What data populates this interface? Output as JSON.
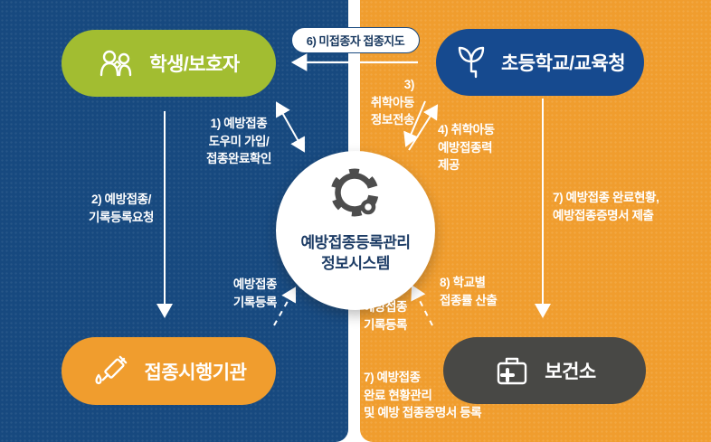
{
  "diagram": {
    "type": "flow-diagram",
    "system_name": "예방접종등록관리 정보시스템",
    "colors": {
      "panel_left": "#17497f",
      "panel_right": "#f09d2e",
      "node_student": "#a2bd31",
      "node_school": "#164a8f",
      "node_clinic": "#f09d2e",
      "node_health_center": "#484845",
      "arrow": "#ffffff",
      "badge_border": "#1b4b80",
      "badge_text": "#17375e",
      "system_text": "#1e3d66",
      "gear": "#4d4d4d"
    }
  },
  "nodes": {
    "student": {
      "label": "학생/보호자",
      "icon": "people-icon",
      "panel": "left"
    },
    "school": {
      "label": "초등학교/교육청",
      "icon": "sprout-icon",
      "panel": "right"
    },
    "clinic": {
      "label": "접종시행기관",
      "icon": "syringe-icon",
      "panel": "left"
    },
    "health_center": {
      "label": "보건소",
      "icon": "first-aid-icon",
      "panel": "right"
    },
    "system": {
      "label": "예방접종등록관리\n정보시스템",
      "icon": "gear-icon"
    }
  },
  "flows": {
    "step1": {
      "text": "1) 예방접종\n도우미 가입/\n접종완료확인",
      "from": "student",
      "to": "system",
      "style": "double-arrow"
    },
    "step2": {
      "text": "2) 예방접종/\n기록등록요청",
      "from": "student",
      "to": "clinic",
      "style": "solid"
    },
    "step3": {
      "text": "3)\n취학아동\n정보전송",
      "from": "school",
      "to": "system",
      "style": "solid"
    },
    "step4": {
      "text": "4) 취학아동\n예방접종력\n제공",
      "from": "system",
      "to": "school",
      "style": "solid"
    },
    "step6": {
      "text": "6) 미접종자 접종지도",
      "from": "school",
      "to": "student",
      "style": "solid-badge"
    },
    "step7_school": {
      "text": "7) 예방접종 완료현황,\n예방접종증명서 제출",
      "from": "school",
      "to": "health_center",
      "style": "solid"
    },
    "step7_health": {
      "text": "7) 예방접종\n완료 현황관리\n및 예방 접종증명서 등록",
      "from": "health_center",
      "to": "system",
      "style": "caption"
    },
    "step8": {
      "text": "8) 학교별\n접종률 산출",
      "from": "health_center",
      "to": "system",
      "style": "dashed"
    },
    "record_left": {
      "text": "예방접종\n기록등록",
      "from": "clinic",
      "to": "system",
      "style": "dashed"
    },
    "record_right": {
      "text": "예방접종\n기록등록",
      "from": "health_center",
      "to": "system",
      "style": "dashed"
    }
  }
}
